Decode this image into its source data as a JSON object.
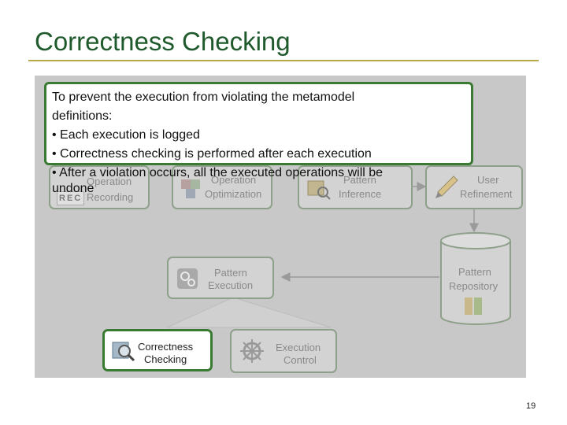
{
  "slide": {
    "title": "Correctness Checking",
    "page_number": "19"
  },
  "callout": {
    "lines": [
      "To prevent the execution from violating the metamodel",
      "definitions:",
      "• Each execution is logged",
      "• Correctness checking is performed after each execution",
      "• After a violation occurs, all the executed operations will be",
      "undone"
    ]
  },
  "diagram": {
    "operation_recording": {
      "label_line1": "Operation",
      "label_line2": "Recording",
      "rec_badge": "REC"
    },
    "operation_optimization": {
      "label_line1": "Operation",
      "label_line2": "Optimization"
    },
    "pattern_inference": {
      "label_line1": "Pattern",
      "label_line2": "Inference"
    },
    "user_refinement": {
      "label_line1": "User",
      "label_line2": "Refinement"
    },
    "pattern_repository": {
      "label_line1": "Pattern",
      "label_line2": "Repository"
    },
    "pattern_execution": {
      "label_line1": "Pattern",
      "label_line2": "Execution"
    },
    "correctness_checking": {
      "label_line1": "Correctness",
      "label_line2": "Checking"
    },
    "execution_control": {
      "label_line1": "Execution",
      "label_line2": "Control"
    }
  },
  "colors": {
    "accent_green": "#3a7a32",
    "title_green": "#1f5a2c",
    "rule_gold": "#b8a84a",
    "canvas_gray": "#c8c8c8"
  }
}
